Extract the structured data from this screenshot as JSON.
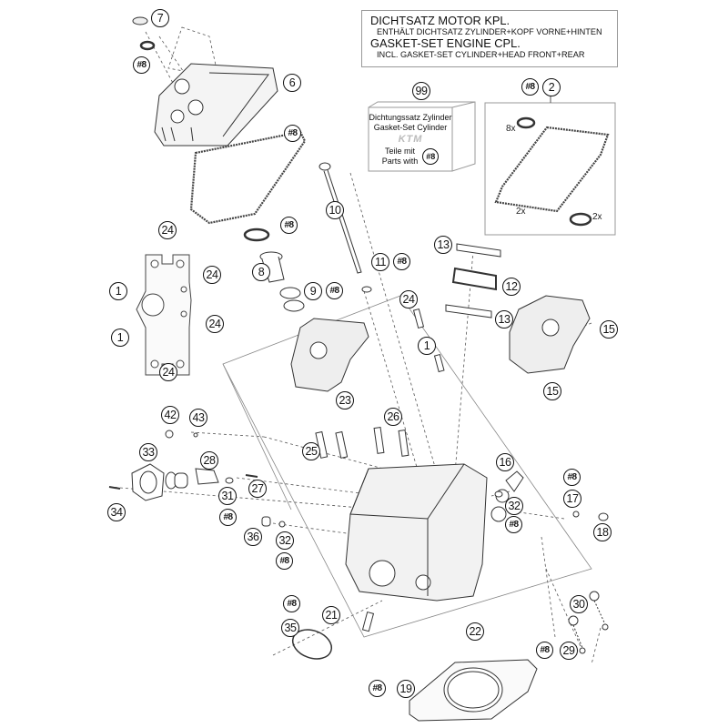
{
  "title_box": {
    "line1": "DICHTSATZ MOTOR KPL.",
    "line2": "ENTHÄLT DICHTSATZ ZYLINDER+KOPF VORNE+HINTEN",
    "line3": "GASKET-SET ENGINE CPL.",
    "line4": "INCL. GASKET-SET CYLINDER+HEAD FRONT+REAR"
  },
  "kit_box": {
    "number": "99",
    "line1": "Dichtungssatz Zylinder",
    "line2": "Gasket-Set Cylinder",
    "logo": "KTM",
    "line3": "Teile mit",
    "line4": "Parts with",
    "ref": "#8"
  },
  "gasket_set_box": {
    "number": "2",
    "ref": "#8",
    "qty_seals": "8x",
    "qty_gasket": "2x",
    "qty_ring": "2x"
  },
  "callouts": [
    {
      "label": "7",
      "ref": false,
      "name": "callout-7"
    },
    {
      "label": "#8",
      "ref": true,
      "name": "callout-ref-8-cap"
    },
    {
      "label": "6",
      "ref": false,
      "name": "callout-6"
    },
    {
      "label": "#8",
      "ref": true,
      "name": "callout-ref-8-cover-gasket"
    },
    {
      "label": "10",
      "ref": false,
      "name": "callout-10"
    },
    {
      "label": "#8",
      "ref": true,
      "name": "callout-ref-8-oring"
    },
    {
      "label": "8",
      "ref": false,
      "name": "callout-8"
    },
    {
      "label": "9",
      "ref": false,
      "name": "callout-9"
    },
    {
      "label": "#8",
      "ref": true,
      "name": "callout-ref-8-9"
    },
    {
      "label": "11",
      "ref": false,
      "name": "callout-11"
    },
    {
      "label": "#8",
      "ref": true,
      "name": "callout-ref-8-11"
    },
    {
      "label": "13",
      "ref": false,
      "name": "callout-13-top"
    },
    {
      "label": "12",
      "ref": false,
      "name": "callout-12"
    },
    {
      "label": "13",
      "ref": false,
      "name": "callout-13-bottom"
    },
    {
      "label": "24",
      "ref": false,
      "name": "callout-24-top"
    },
    {
      "label": "24",
      "ref": false,
      "name": "callout-24-right-upper"
    },
    {
      "label": "1",
      "ref": false,
      "name": "callout-1-upper"
    },
    {
      "label": "1",
      "ref": false,
      "name": "callout-1-lower"
    },
    {
      "label": "24",
      "ref": false,
      "name": "callout-24-right-lower"
    },
    {
      "label": "24",
      "ref": false,
      "name": "callout-24-bottom"
    },
    {
      "label": "24",
      "ref": false,
      "name": "callout-24-bolt"
    },
    {
      "label": "1",
      "ref": false,
      "name": "callout-1-bolt"
    },
    {
      "label": "15",
      "ref": false,
      "name": "callout-15-right"
    },
    {
      "label": "15",
      "ref": false,
      "name": "callout-15-bottom"
    },
    {
      "label": "23",
      "ref": false,
      "name": "callout-23"
    },
    {
      "label": "42",
      "ref": false,
      "name": "callout-42"
    },
    {
      "label": "43",
      "ref": false,
      "name": "callout-43"
    },
    {
      "label": "26",
      "ref": false,
      "name": "callout-26"
    },
    {
      "label": "33",
      "ref": false,
      "name": "callout-33"
    },
    {
      "label": "28",
      "ref": false,
      "name": "callout-28"
    },
    {
      "label": "25",
      "ref": false,
      "name": "callout-25"
    },
    {
      "label": "16",
      "ref": false,
      "name": "callout-16"
    },
    {
      "label": "#8",
      "ref": true,
      "name": "callout-ref-8-17"
    },
    {
      "label": "34",
      "ref": false,
      "name": "callout-34"
    },
    {
      "label": "31",
      "ref": false,
      "name": "callout-31"
    },
    {
      "label": "27",
      "ref": false,
      "name": "callout-27"
    },
    {
      "label": "#8",
      "ref": true,
      "name": "callout-ref-8-31"
    },
    {
      "label": "32",
      "ref": false,
      "name": "callout-32-right"
    },
    {
      "label": "17",
      "ref": false,
      "name": "callout-17"
    },
    {
      "label": "#8",
      "ref": true,
      "name": "callout-ref-8-32-right"
    },
    {
      "label": "18",
      "ref": false,
      "name": "callout-18"
    },
    {
      "label": "36",
      "ref": false,
      "name": "callout-36"
    },
    {
      "label": "32",
      "ref": false,
      "name": "callout-32-left"
    },
    {
      "label": "#8",
      "ref": true,
      "name": "callout-ref-8-32-left"
    },
    {
      "label": "30",
      "ref": false,
      "name": "callout-30"
    },
    {
      "label": "#8",
      "ref": true,
      "name": "callout-ref-8-35"
    },
    {
      "label": "35",
      "ref": false,
      "name": "callout-35"
    },
    {
      "label": "21",
      "ref": false,
      "name": "callout-21"
    },
    {
      "label": "22",
      "ref": false,
      "name": "callout-22"
    },
    {
      "label": "#8",
      "ref": true,
      "name": "callout-ref-8-29"
    },
    {
      "label": "29",
      "ref": false,
      "name": "callout-29"
    },
    {
      "label": "#8",
      "ref": true,
      "name": "callout-ref-8-19"
    },
    {
      "label": "19",
      "ref": false,
      "name": "callout-19"
    }
  ]
}
